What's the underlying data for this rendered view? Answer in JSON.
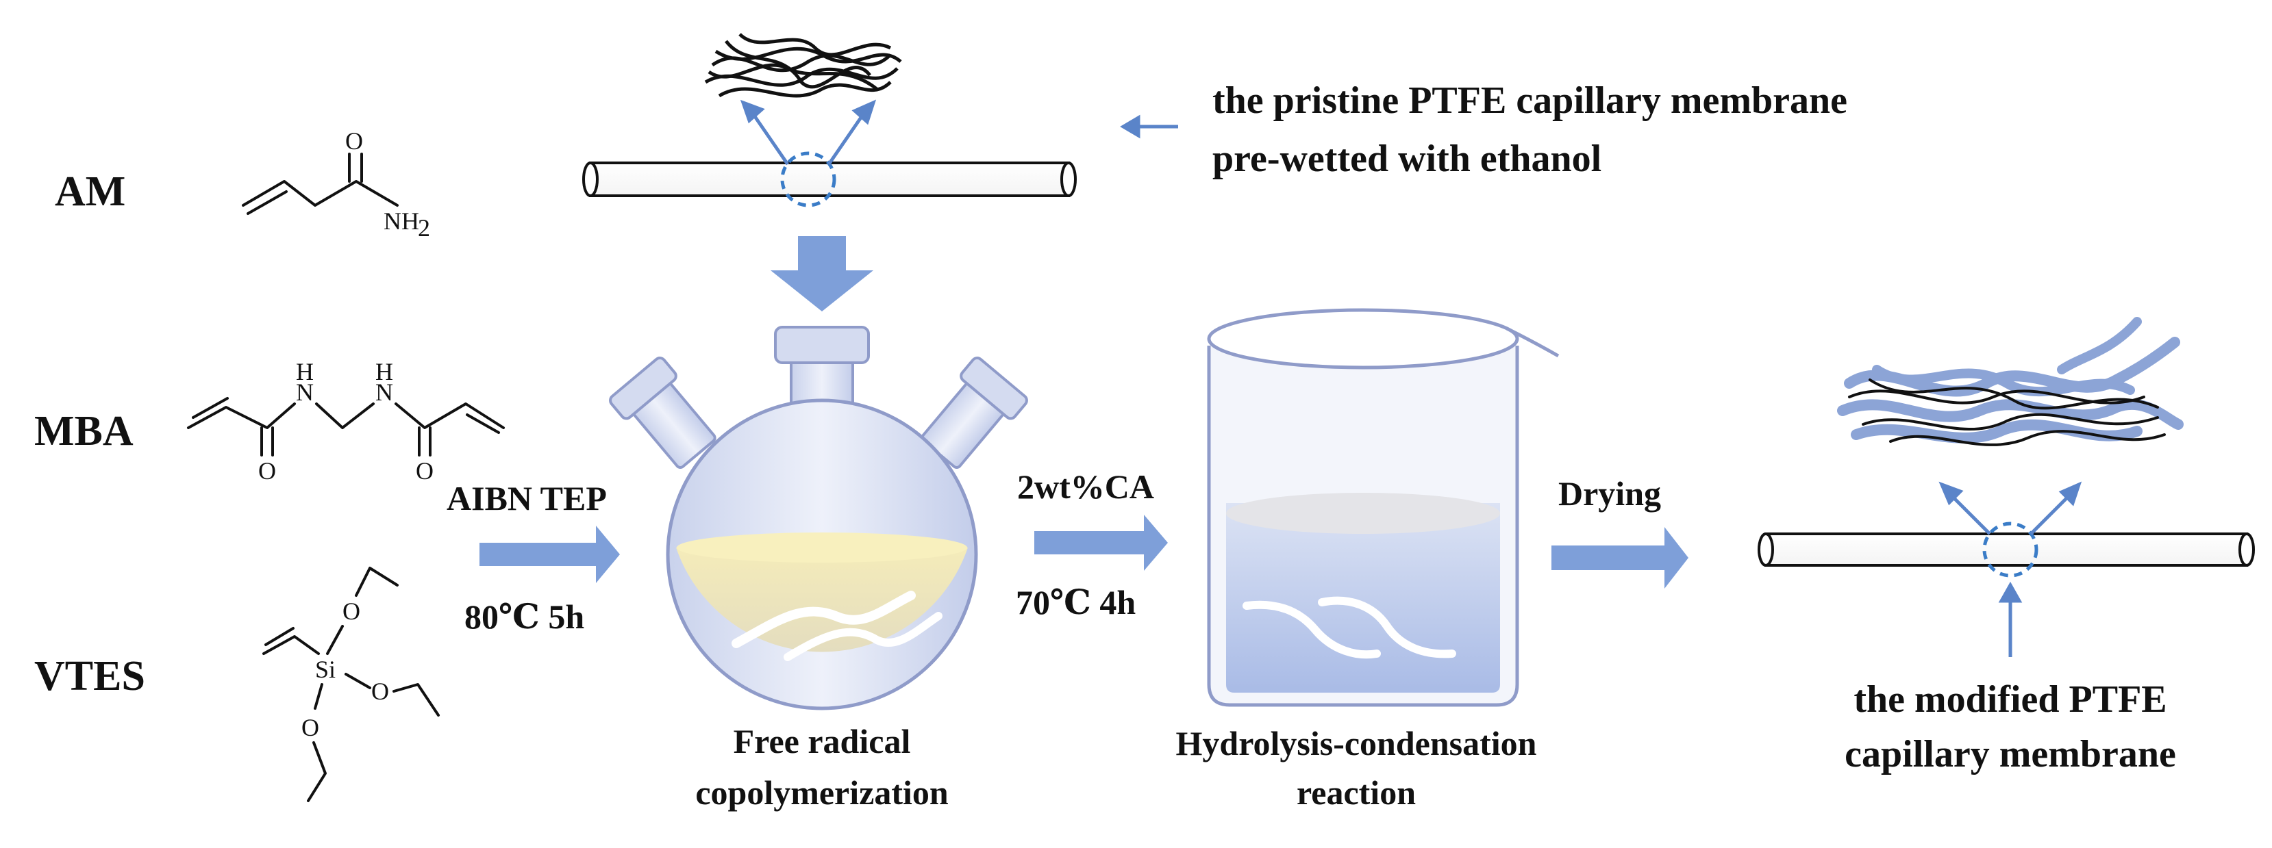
{
  "monomers": {
    "am": "AM",
    "mba": "MBA",
    "vtes": "VTES"
  },
  "chem": {
    "o": "O",
    "nh2": "NH",
    "nh2_sub": "2",
    "h": "H",
    "n": "N",
    "si": "Si"
  },
  "top": {
    "line1": "the pristine PTFE capillary membrane",
    "line2": "pre-wetted with ethanol"
  },
  "step1": {
    "reagents": "AIBN TEP",
    "conditions": "80℃ 5h",
    "caption_line1": "Free radical",
    "caption_line2": "copolymerization"
  },
  "step2": {
    "reagents": "2wt%CA",
    "conditions": "70℃ 4h",
    "caption_line1": "Hydrolysis-condensation",
    "caption_line2": "reaction"
  },
  "step3": {
    "label": "Drying"
  },
  "product": {
    "line1": "the modified PTFE",
    "line2": "capillary membrane"
  },
  "colors": {
    "arrow": "#7E9FD9",
    "fiber_blue": "#8CA4D6",
    "dash_circle": "#3A7CC7",
    "flask_liquid": "#F5EBB8",
    "beaker_liquid": "#B4C4E8"
  }
}
